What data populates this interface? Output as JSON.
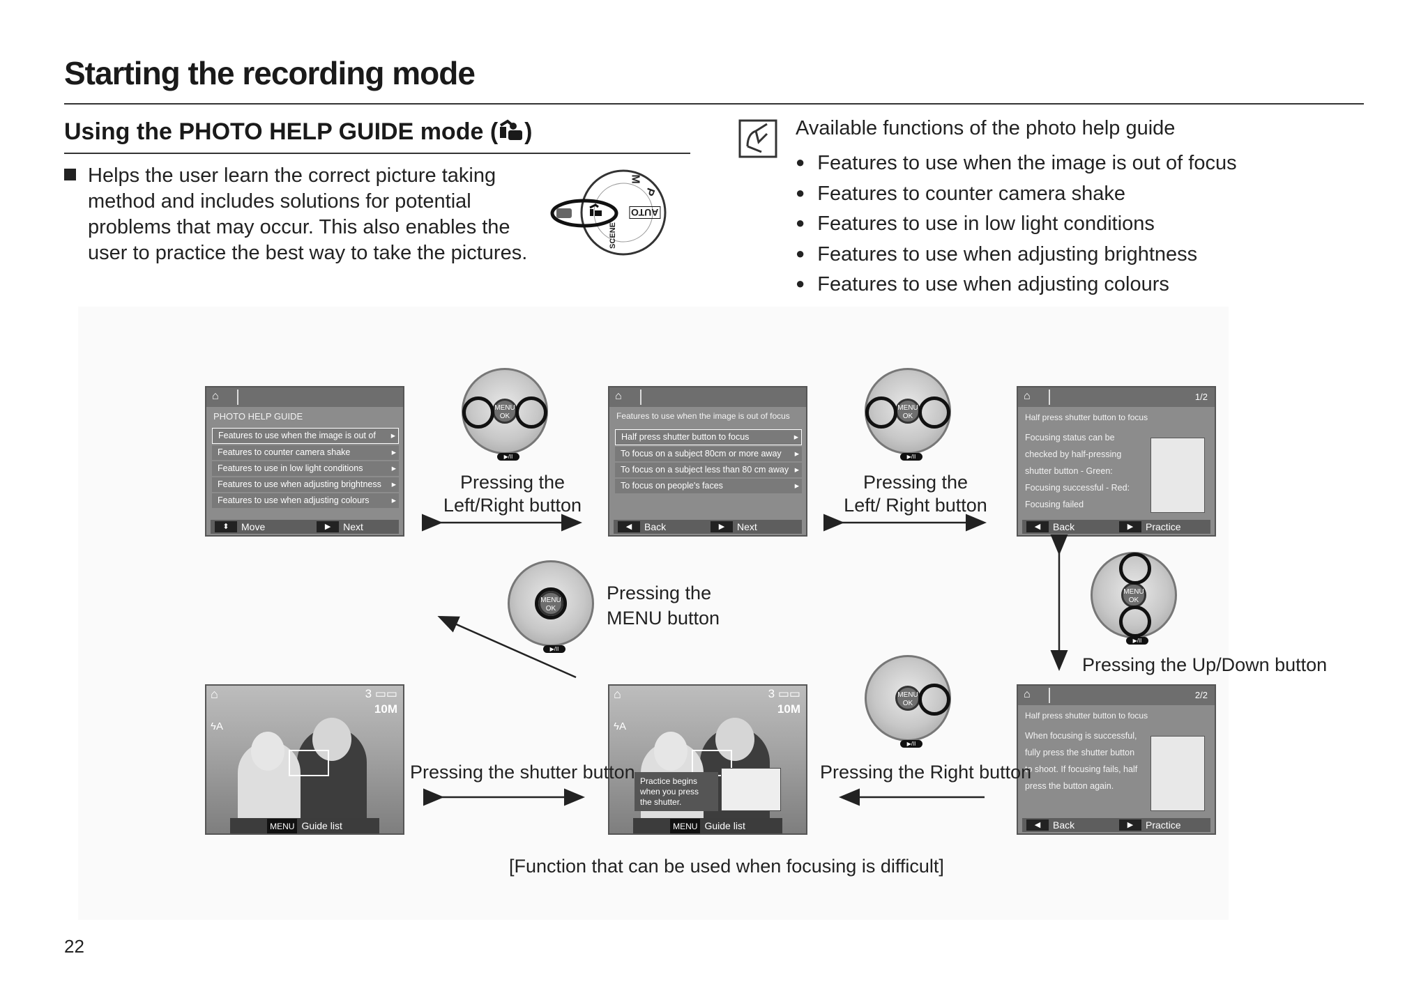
{
  "page_title": "Starting the recording mode",
  "section_title": "Using the PHOTO HELP GUIDE mode (",
  "section_title_suffix": ")",
  "intro_text": "Helps the user learn the correct picture taking method and includes solutions for potential problems that may occur. This also enables the user to practice the best way to take the pictures.",
  "mode_dial": {
    "labels": [
      "M",
      "P",
      "AUTO",
      "SCENE"
    ]
  },
  "note": {
    "heading": "Available functions of the photo help guide",
    "items": [
      "Features to use when the image is out of focus",
      "Features to counter camera shake",
      "Features to use in low light conditions",
      "Features to use when adjusting brightness",
      "Features to use when adjusting colours"
    ]
  },
  "screen1": {
    "header": "PHOTO HELP GUIDE",
    "rows": [
      "Features to use when the image is out of focus",
      "Features to counter camera shake",
      "Features to use in low light conditions",
      "Features to use when adjusting brightness",
      "Features to use when adjusting colours"
    ],
    "bottom_left": "Move",
    "bottom_right": "Next"
  },
  "screen2": {
    "header": "Features to use when the image is out of focus",
    "rows": [
      "Half press shutter button to focus",
      "To focus on a subject 80cm or more away",
      "To focus on a subject less than 80 cm away",
      "To focus on people's faces"
    ],
    "bottom_left": "Back",
    "bottom_right": "Next"
  },
  "screen3": {
    "page": "1/2",
    "header": "Half press shutter button to focus",
    "body": "Focusing status can be checked by half-pressing shutter button - Green: Focusing successful - Red: Focusing failed",
    "bottom_left": "Back",
    "bottom_right": "Practice"
  },
  "screen4": {
    "page": "2/2",
    "header": "Half press shutter button to focus",
    "body": "When focusing is successful, fully press the shutter button to shoot. If focusing fails, half press the button again.",
    "bottom_left": "Back",
    "bottom_right": "Practice"
  },
  "photo_screen": {
    "top_right": "3",
    "resolution": "10M",
    "menu_key": "MENU",
    "guide_label": "Guide list",
    "practice_text": "Practice begins when you press the shutter."
  },
  "dial_center": "MENU OK",
  "captions": {
    "left_right_1": "Pressing the Left/Right button",
    "left_right_2": "Pressing the  Left/ Right button",
    "menu": "Pressing the MENU button",
    "up_down": "Pressing the Up/Down button",
    "shutter": "Pressing the shutter button",
    "right": "Pressing the Right button"
  },
  "footnote": "[Function that can be used when focusing is difficult]",
  "page_number": "22"
}
